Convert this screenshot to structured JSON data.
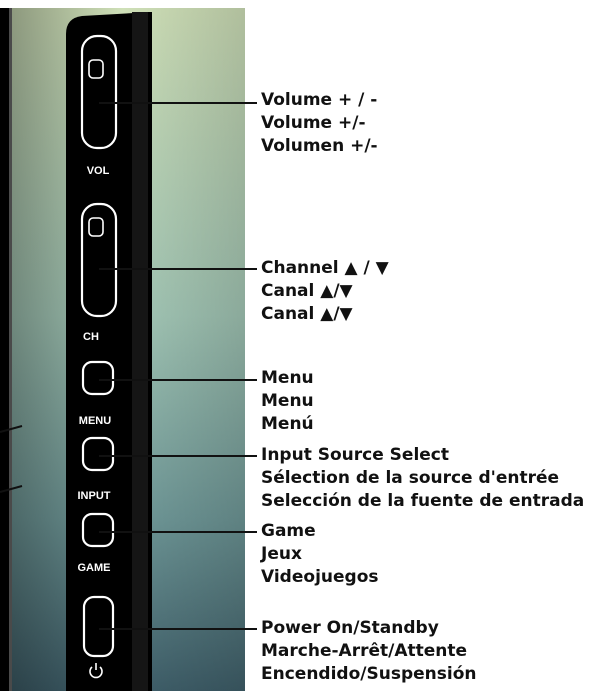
{
  "panel": {
    "button_labels": {
      "vol": "VOL",
      "ch": "CH",
      "menu": "MENU",
      "input": "INPUT",
      "game": "GAME",
      "power_symbol": "⏻"
    },
    "colors": {
      "screen_top": "#cfe0b8",
      "screen_mid": "#9cc4b4",
      "screen_bottom": "#3f5f6a",
      "bezel": "#000000",
      "button_outline": "#ffffff",
      "leader_line": "#111111"
    }
  },
  "callouts": [
    {
      "id": "volume",
      "lines": [
        "Volume + / -",
        "Volume +/-",
        "Volumen +/-"
      ]
    },
    {
      "id": "channel",
      "lines": [
        "Channel ▲ / ▼",
        "Canal ▲/▼",
        "Canal ▲/▼"
      ]
    },
    {
      "id": "menu",
      "lines": [
        "Menu",
        "Menu",
        "Menú"
      ]
    },
    {
      "id": "input",
      "lines": [
        "Input Source Select",
        "Sélection de la source d'entrée",
        "Selección de la fuente de entrada"
      ]
    },
    {
      "id": "game",
      "lines": [
        "Game",
        "Jeux",
        "Videojuegos"
      ]
    },
    {
      "id": "power",
      "lines": [
        "Power On/Standby",
        "Marche-Arrêt/Attente",
        "Encendido/Suspensión"
      ]
    }
  ]
}
